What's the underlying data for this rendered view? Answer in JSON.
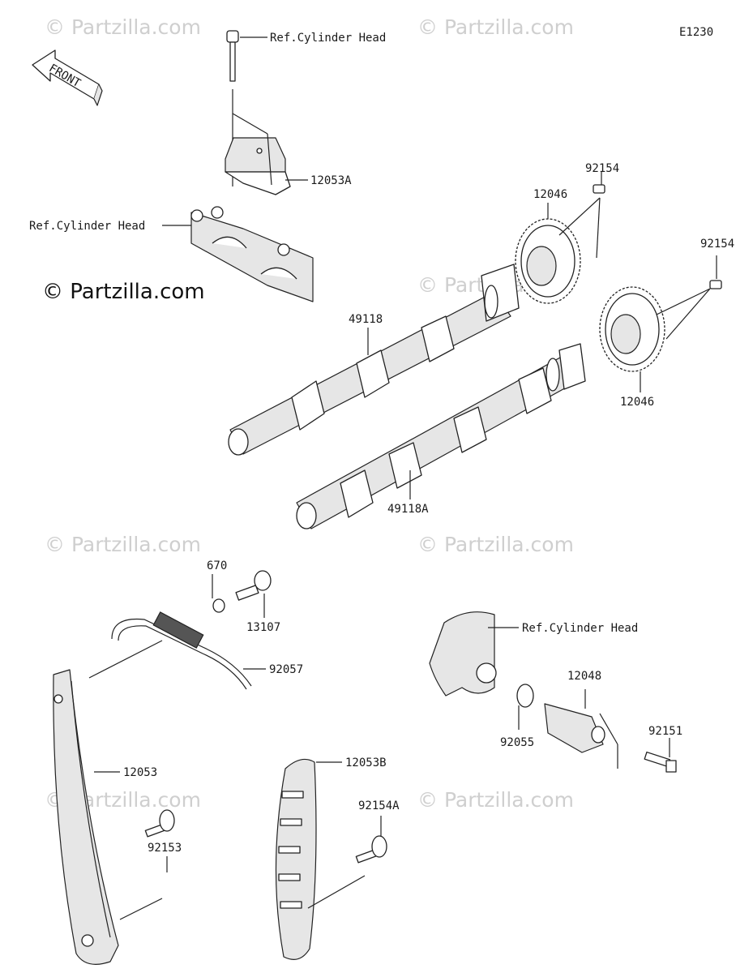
{
  "diagram": {
    "code": "E1230",
    "front_label": "FRONT",
    "logo_text": "© Partzilla.com",
    "watermark_text": "© Partzilla.com",
    "parts": {
      "ref_cyl_head_top": "Ref.Cylinder Head",
      "p12053A": "12053A",
      "ref_cyl_head_left": "Ref.Cylinder Head",
      "p12046_a": "12046",
      "p92154_a": "92154",
      "p92154_b": "92154",
      "p49118": "49118",
      "p12046_b": "12046",
      "p49118A": "49118A",
      "p670": "670",
      "p13107": "13107",
      "p92057": "92057",
      "ref_cyl_head_right": "Ref.Cylinder Head",
      "p12048": "12048",
      "p92151": "92151",
      "p92055": "92055",
      "p12053": "12053",
      "p12053B": "12053B",
      "p92154A": "92154A",
      "p92153": "92153"
    }
  }
}
